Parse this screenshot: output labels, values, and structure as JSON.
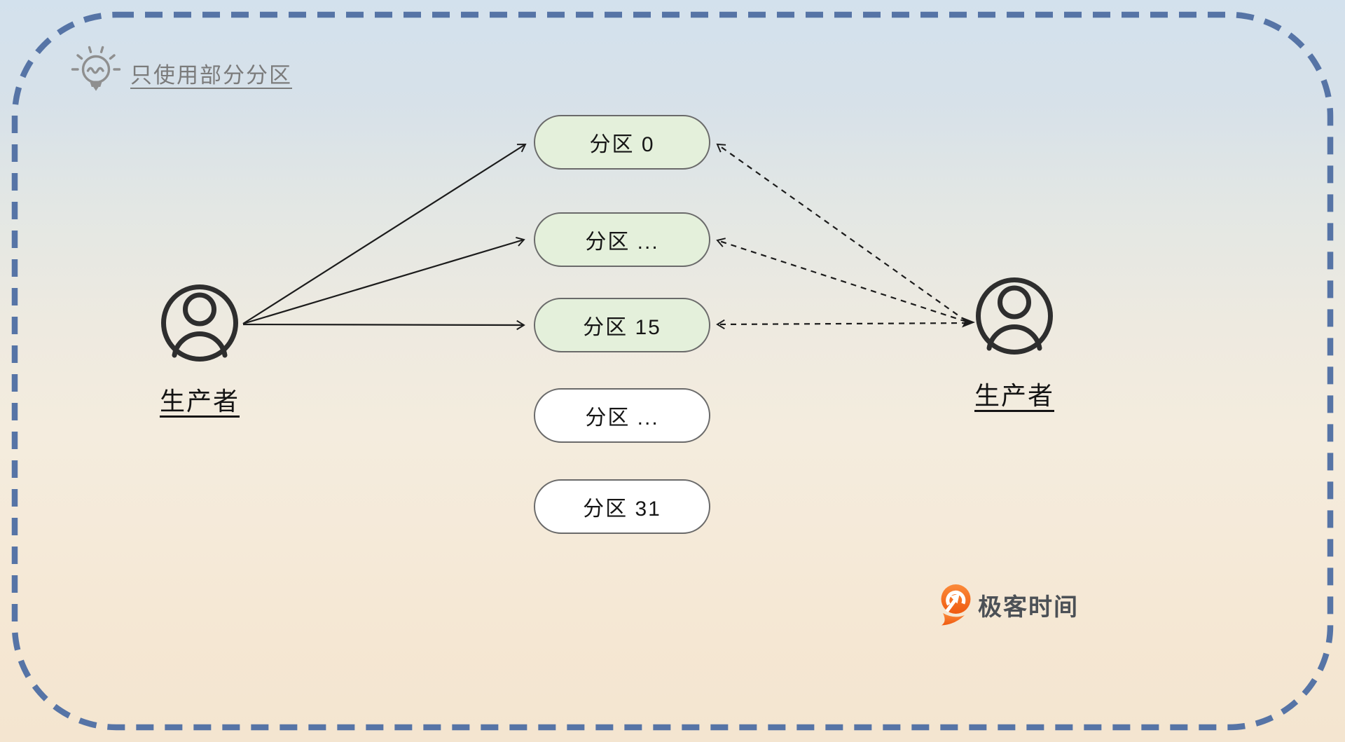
{
  "header": {
    "title": "只使用部分分区",
    "icon": "lightbulb-icon"
  },
  "producers": {
    "left": {
      "label": "生产者",
      "arrow_style": "solid"
    },
    "right": {
      "label": "生产者",
      "arrow_style": "dashed"
    }
  },
  "partitions": [
    {
      "label": "分区 0",
      "used": true
    },
    {
      "label": "分区 ...",
      "used": true
    },
    {
      "label": "分区 15",
      "used": true
    },
    {
      "label": "分区 ...",
      "used": false
    },
    {
      "label": "分区 31",
      "used": false
    }
  ],
  "branding": {
    "logo_text": "极客时间"
  },
  "colors": {
    "border_dash": "#5674a6",
    "partition_used_fill": "#e4f0db",
    "partition_unused_fill": "#ffffff",
    "partition_border": "#6a6a6a",
    "arrow": "#1c1c1c",
    "icon_gray": "#8f8f8f",
    "title_gray": "#7b7b7b",
    "logo_orange_top": "#fb8a3a",
    "logo_orange_bottom": "#ef5a10",
    "bg_top": "#d3e1ed",
    "bg_bottom": "#f4e5d0"
  }
}
